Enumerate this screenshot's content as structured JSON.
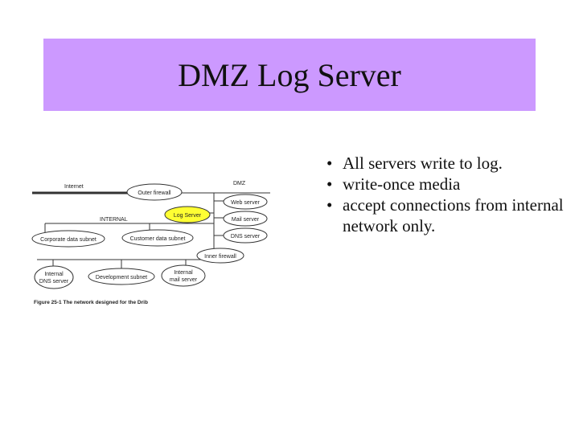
{
  "slide": {
    "title": "DMZ Log Server",
    "title_background": "#cc99ff",
    "bullets": [
      "All servers write to log.",
      "write-once media",
      "accept connections from internal network only."
    ]
  },
  "figure": {
    "labels": {
      "internet": "Internet",
      "dmz": "DMZ",
      "internal": "INTERNAL",
      "outer_firewall": "Outer firewall",
      "log_server": "Log Server",
      "web_server": "Web server",
      "mail_server": "Mail server",
      "dns_server": "DNS server",
      "inner_firewall": "Inner firewall",
      "corporate_subnet": "Corporate data subnet",
      "customer_subnet": "Customer data subnet",
      "internal_dns_1": "Internal",
      "internal_dns_2": "DNS server",
      "development_subnet": "Development subnet",
      "internal_mail_1": "Internal",
      "internal_mail_2": "mail server"
    },
    "caption": "Figure 25-1   The network designed for the Drib",
    "highlight_color": "#ffff33"
  }
}
